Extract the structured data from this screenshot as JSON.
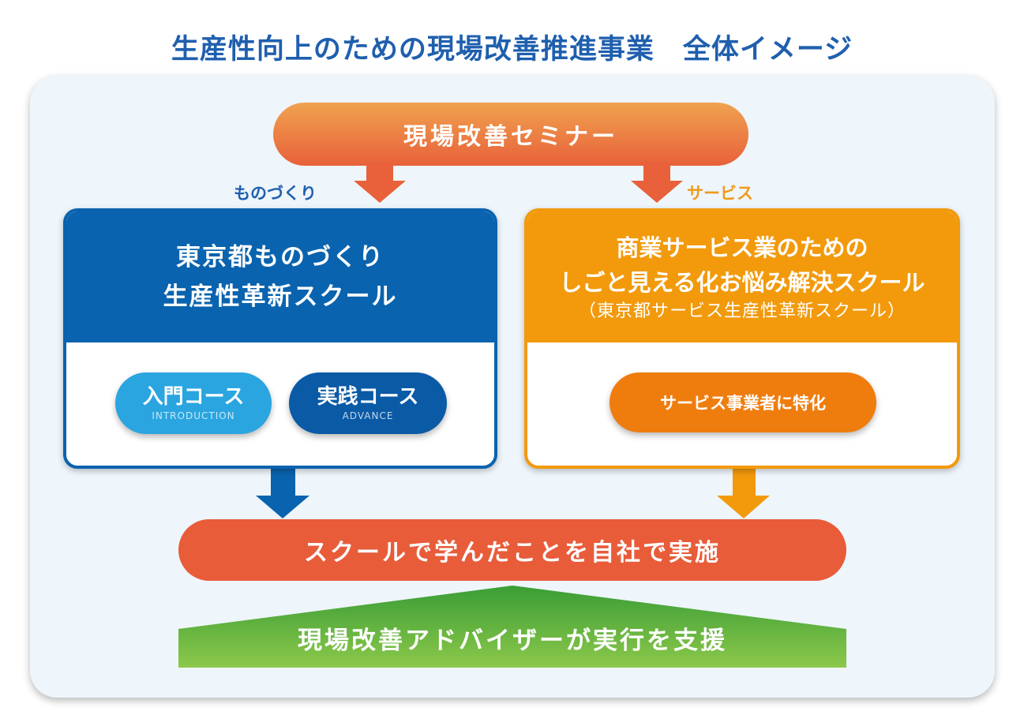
{
  "title": "生産性向上のための現場改善推進事業　全体イメージ",
  "seminar": "現場改善セミナー",
  "branches": {
    "left": "ものづくり",
    "right": "サービス"
  },
  "school_left": {
    "line1": "東京都ものづくり",
    "line2": "生産性革新スクール",
    "courses": [
      {
        "label": "入門コース",
        "en": "INTRODUCTION"
      },
      {
        "label": "実践コース",
        "en": "ADVANCE"
      }
    ]
  },
  "school_right": {
    "line1": "商業サービス業のための",
    "line2": "しごと見える化お悩み解決スクール",
    "line3": "（東京都サービス生産性革新スクール）",
    "course": "サービス事業者に特化"
  },
  "result": "スクールで学んだことを自社で実施",
  "support": "現場改善アドバイザーが実行を支援",
  "colors": {
    "title_blue": "#1f5fae",
    "box_blue": "#0a63ae",
    "box_orange": "#f29a0c",
    "result_red": "#e85c3a",
    "support_green": "#5bb33a"
  }
}
